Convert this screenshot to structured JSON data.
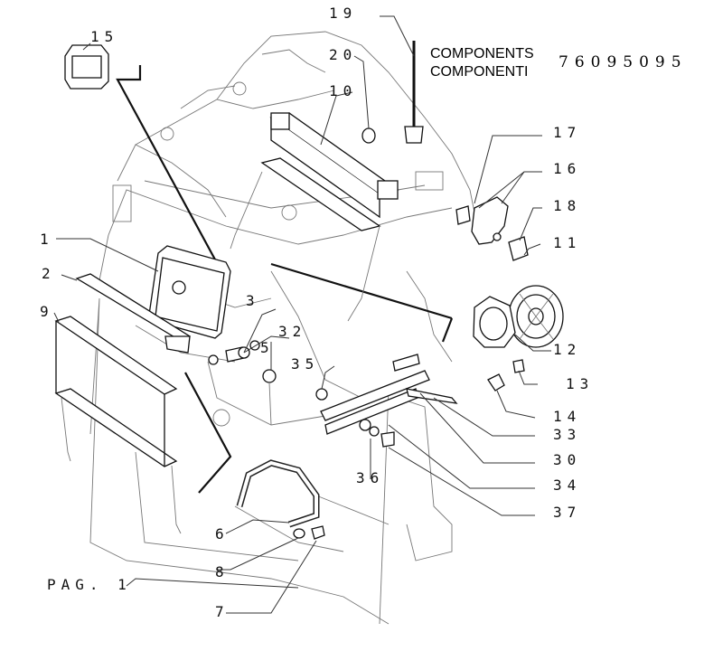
{
  "header": {
    "title_en": "COMPONENTS",
    "title_it": "COMPONENTI",
    "code": "76095095"
  },
  "footer": {
    "page_ref": "PAG. 1"
  },
  "callouts": {
    "c1": "1",
    "c2": "2",
    "c3": "3",
    "c5": "5",
    "c6": "6",
    "c7": "7",
    "c8": "8",
    "c9": "9",
    "c10": "10",
    "c11": "11",
    "c12": "12",
    "c13": "13",
    "c14": "14",
    "c15": "15",
    "c16": "16",
    "c17": "17",
    "c18": "18",
    "c19": "19",
    "c20": "20",
    "c30": "30",
    "c32": "32",
    "c33": "33",
    "c34": "34",
    "c35": "35",
    "c36": "36",
    "c37": "37"
  }
}
